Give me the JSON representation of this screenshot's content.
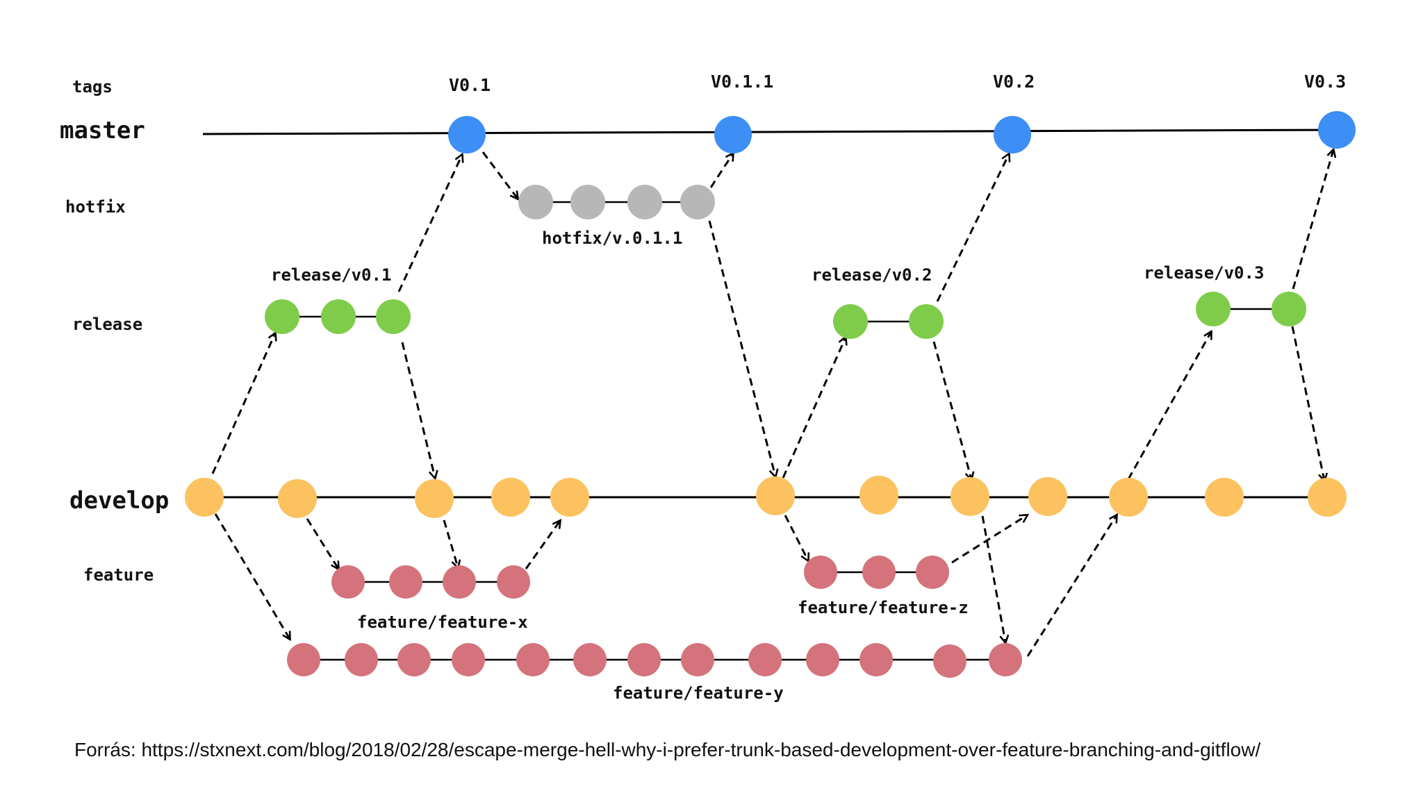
{
  "lanes": {
    "tags": "tags",
    "master": "master",
    "hotfix": "hotfix",
    "release": "release",
    "develop": "develop",
    "feature": "feature"
  },
  "tags": [
    "V0.1",
    "V0.1.1",
    "V0.2",
    "V0.3"
  ],
  "branches": {
    "hotfix": "hotfix/v.0.1.1",
    "release_v01": "release/v0.1",
    "release_v02": "release/v0.2",
    "release_v03": "release/v0.3",
    "feature_x": "feature/feature-x",
    "feature_z": "feature/feature-z",
    "feature_y": "feature/feature-y"
  },
  "colors": {
    "master": "#3d8ef5",
    "hotfix": "#b7b7b7",
    "release": "#7fcc4a",
    "develop": "#fbc25f",
    "feature": "#d4737b"
  },
  "source": "Forrás: https://stxnext.com/blog/2018/02/28/escape-merge-hell-why-i-prefer-trunk-based-development-over-feature-branching-and-gitflow/"
}
